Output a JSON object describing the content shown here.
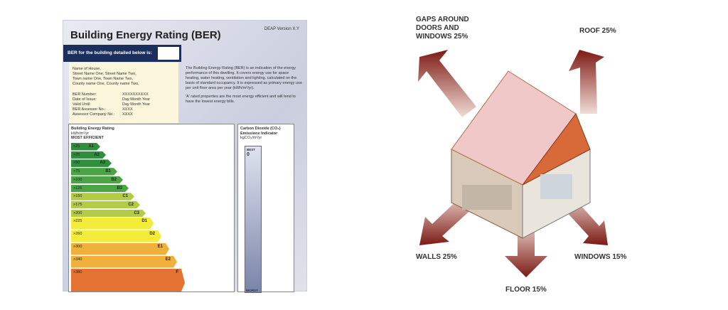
{
  "certificate": {
    "title": "Building Energy Rating (BER)",
    "version": "DEAP Version X.Y",
    "ber_banner": "BER for the building detailed below is:",
    "address": [
      "Name of House,",
      "Street Name One, Street Name Two,",
      "Town name One, Town Name Two,",
      "County name One, County name Two,"
    ],
    "details": [
      {
        "label": "BER Number:",
        "value": "XXXXXXXXXX"
      },
      {
        "label": "Date of Issue:",
        "value": "Day Month Year"
      },
      {
        "label": "Valid Until:",
        "value": "Day Month Year"
      },
      {
        "label": "BER Assessor No.:",
        "value": "XXXX"
      },
      {
        "label": "Assessor Company No.:",
        "value": "XXXX"
      }
    ],
    "description": "The Building Energy Rating (BER) is an indication of the energy performance of this dwelling. It covers energy use for space heating, water heating, ventilation and lighting, calculated on the basis of standard occupancy. It is expressed as primary energy use per unit floor area per year (kWh/m²/yr).",
    "description2": "'A' rated properties are the most energy efficient and will tend to have the lowest energy bills.",
    "rating_heading": "Building Energy Rating",
    "rating_unit": "kWh/m²/yr",
    "rating_most": "MOST EFFICIENT",
    "bands": [
      {
        "range": "<25",
        "grade": "A1",
        "color": "#2f8f3e"
      },
      {
        "range": ">25",
        "grade": "A2",
        "color": "#2f8f3e"
      },
      {
        "range": ">50",
        "grade": "A3",
        "color": "#2f8f3e"
      },
      {
        "range": ">75",
        "grade": "B1",
        "color": "#4ca446"
      },
      {
        "range": ">100",
        "grade": "B2",
        "color": "#4ca446"
      },
      {
        "range": ">125",
        "grade": "B3",
        "color": "#4ca446"
      },
      {
        "range": ">150",
        "grade": "C1",
        "color": "#b2cc45"
      },
      {
        "range": ">175",
        "grade": "C2",
        "color": "#b2cc45"
      },
      {
        "range": ">200",
        "grade": "C3",
        "color": "#b2cc45"
      },
      {
        "range": ">225",
        "grade": "D1",
        "color": "#f4ec3a"
      },
      {
        "range": ">260",
        "grade": "D2",
        "color": "#f4ec3a"
      },
      {
        "range": ">300",
        "grade": "E1",
        "color": "#efb13c"
      },
      {
        "range": ">340",
        "grade": "E2",
        "color": "#efb13c"
      },
      {
        "range": ">380",
        "grade": "F",
        "color": "#e47232"
      }
    ],
    "co2_heading": [
      "Carbon Dioxide (CO₂)",
      "Emissions Indicator",
      "kgCO₂/m²/yr"
    ],
    "co2_best": "BEST",
    "co2_zero": "0",
    "co2_worst": "WORST"
  },
  "house": {
    "labels": {
      "gaps": "GAPS AROUND DOORS AND WINDOWS 25%",
      "roof": "ROOF 25%",
      "walls": "WALLS 25%",
      "windows": "WINDOWS 15%",
      "floor": "FLOOR 15%"
    }
  }
}
